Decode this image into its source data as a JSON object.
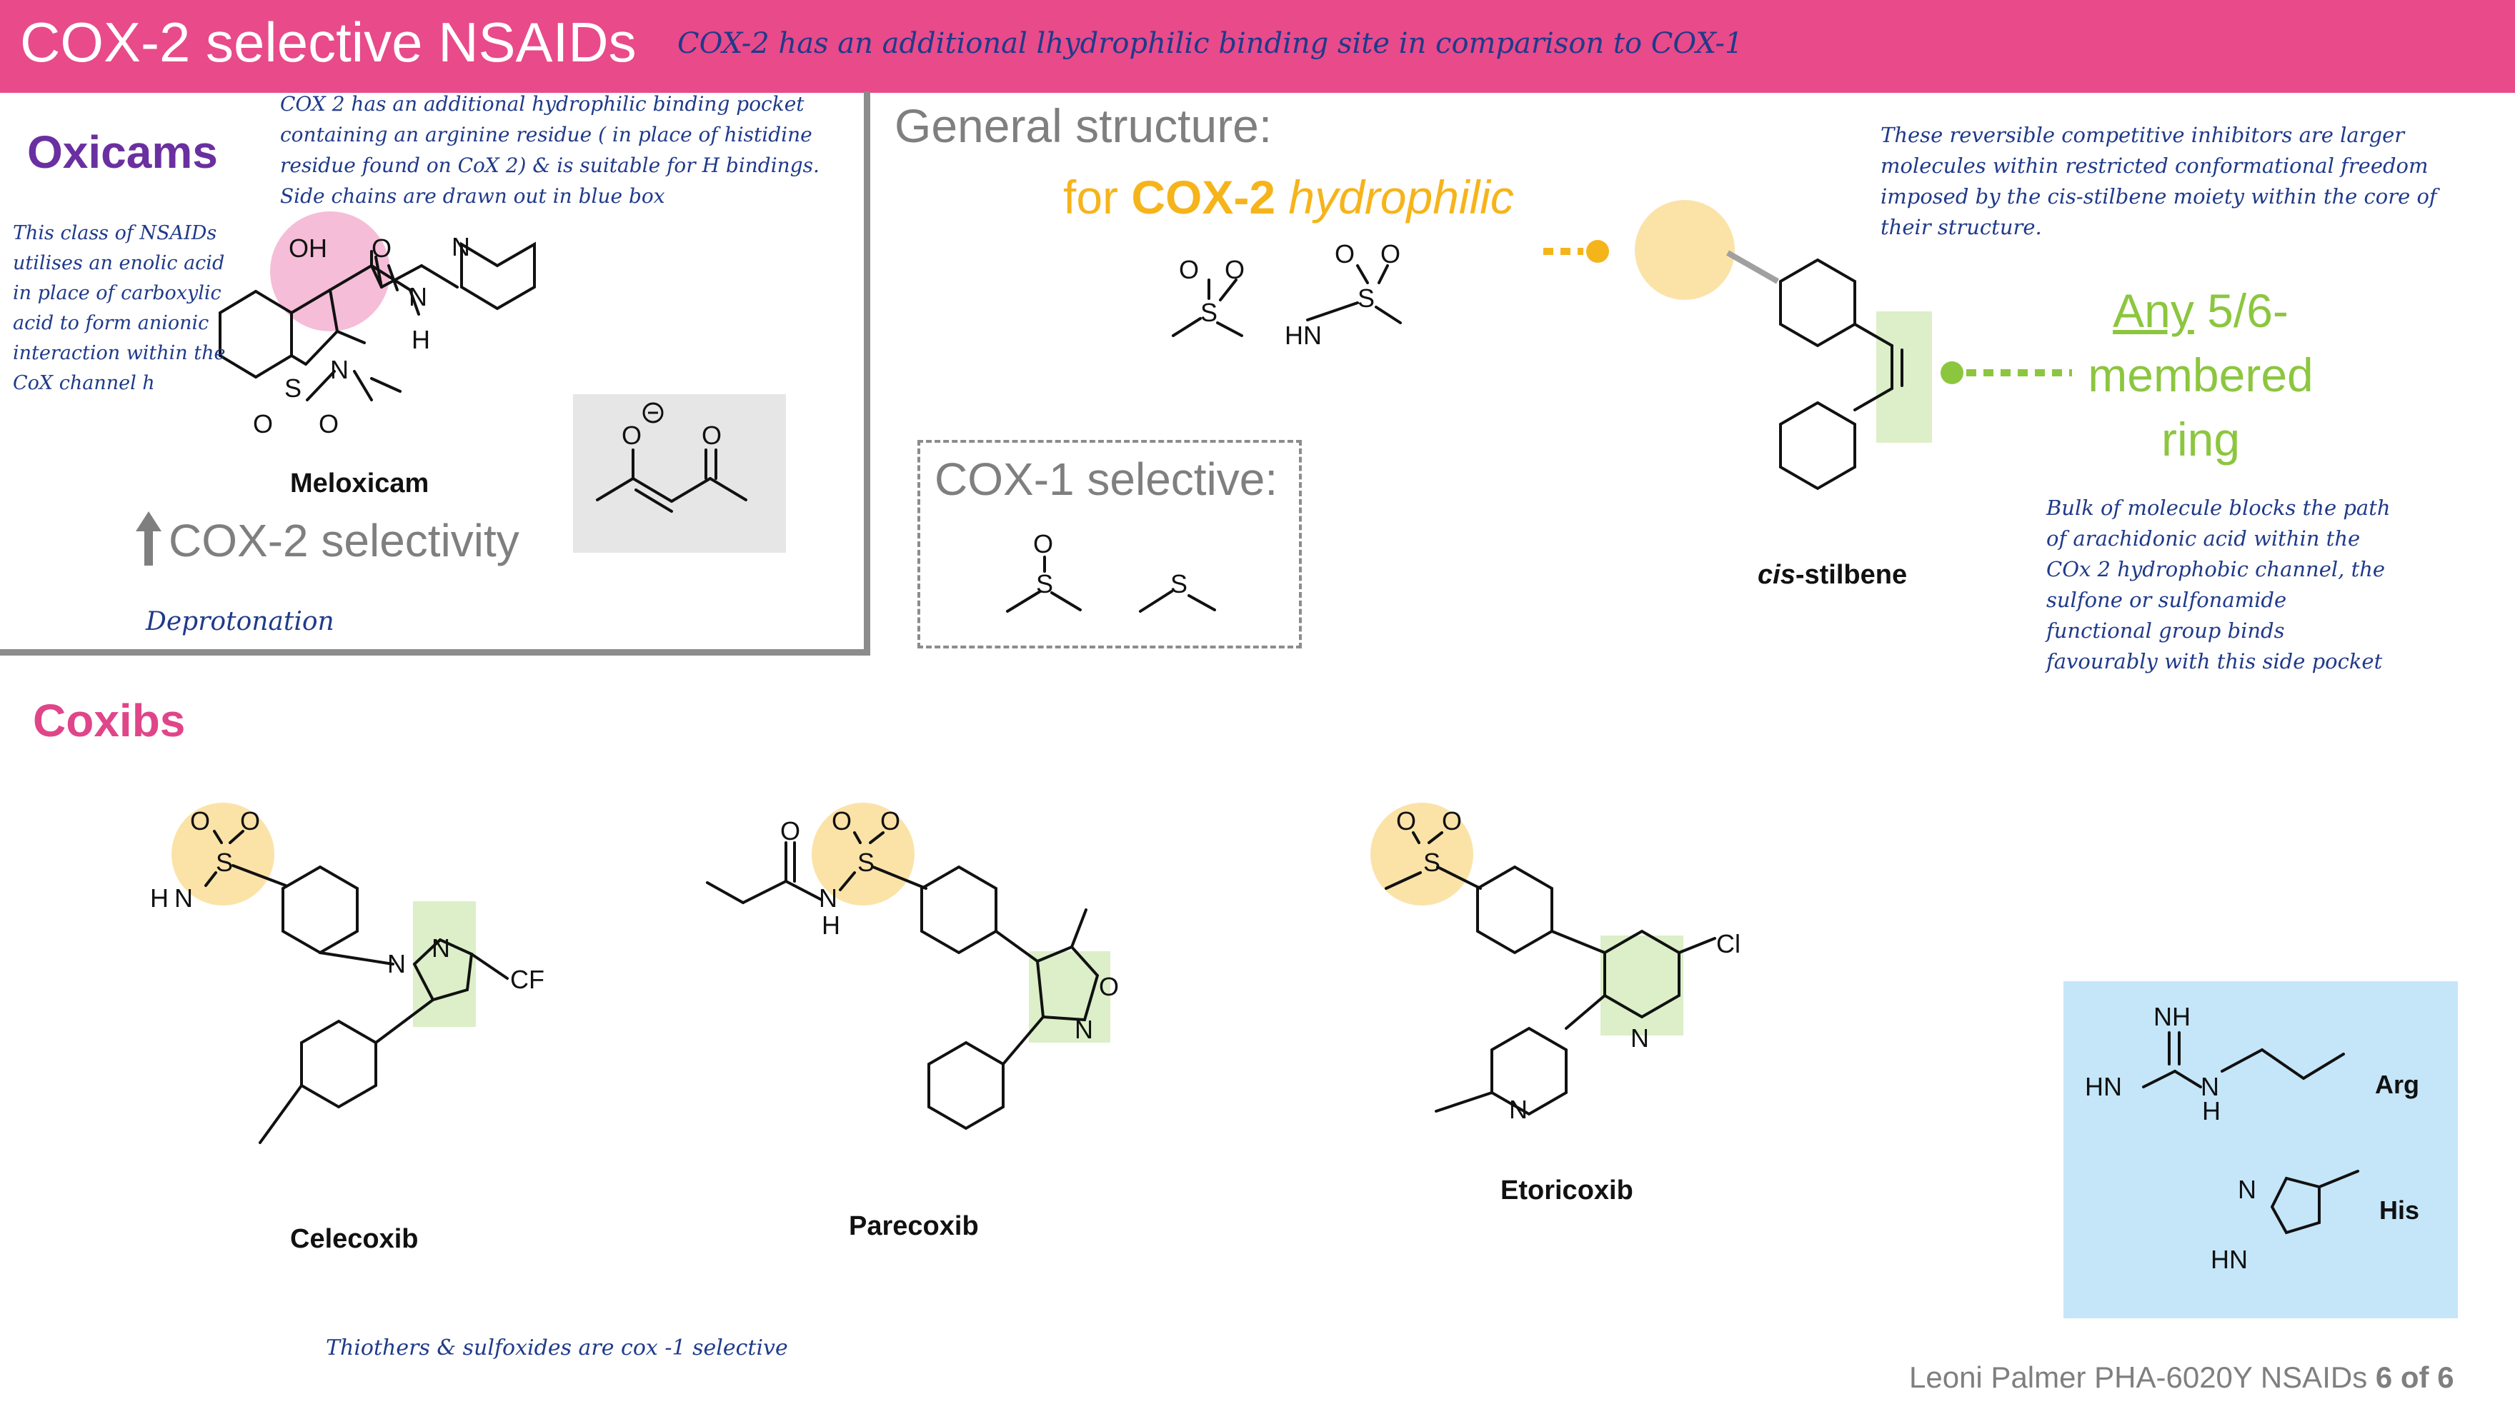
{
  "header": {
    "title": "COX-2 selective NSAIDs",
    "note": "COX-2 has an additional lhydrophilic binding site in comparison to COX-1"
  },
  "oxicams": {
    "heading": "Oxicams",
    "note_top": [
      "COX 2 has an additional hydrophilic binding pocket",
      "containing an arginine residue ( in place of histidine",
      "residue found on CoX 2) & is suitable for H bindings.",
      "Side chains are drawn out in blue box"
    ],
    "note_left": [
      "This class of NSAIDs",
      "utilises  an enolic acid",
      "in place of carboxylic",
      "acid to form anionic",
      "interaction within the",
      "CoX channel h"
    ],
    "molecule": "Meloxicam",
    "selectivity": "COX-2 selectivity",
    "deprotonation": "Deprotonation"
  },
  "general": {
    "title": "General structure:",
    "for_prefix": "for ",
    "for_bold": "COX-2",
    "for_italic": " hydrophilic",
    "cox1_title": "COX-1 selective:",
    "ring_any": "Any",
    "ring_rest1": " 5/6-",
    "ring_rest2": "membered",
    "ring_rest3": "ring",
    "stilbene_italic": "cis",
    "stilbene_rest": "-stilbene"
  },
  "notes": {
    "reversible": [
      "These reversible competitive inhibitors are larger",
      "molecules within restricted conformational freedom",
      "imposed by the cis-stilbene moiety within the core of",
      "their structure."
    ],
    "bulk": [
      "Bulk of molecule blocks the path",
      "of arachidonic acid within the",
      "COx 2 hydrophobic channel, the",
      "sulfone or sulfonamide",
      "functional group binds",
      "favourably with this side pocket"
    ],
    "thio": "Thiothers & sulfoxides are cox -1 selective"
  },
  "coxibs": {
    "heading": "Coxibs",
    "molecules": [
      "Celecoxib",
      "Parecoxib",
      "Etoricoxib"
    ]
  },
  "side_chains": {
    "arg": "Arg",
    "his": "His"
  },
  "footer": {
    "text": "Leoni Palmer PHA-6020Y  NSAIDs ",
    "page": "6 of 6"
  },
  "colors": {
    "header": "#e84a8a",
    "oxicams": "#6a2fa0",
    "coxibs": "#e0458a",
    "cox2": "#f6b41b",
    "ring": "#8cc63f",
    "handwriting": "#1f3a8a",
    "blue_box": "#c5e6f9"
  }
}
